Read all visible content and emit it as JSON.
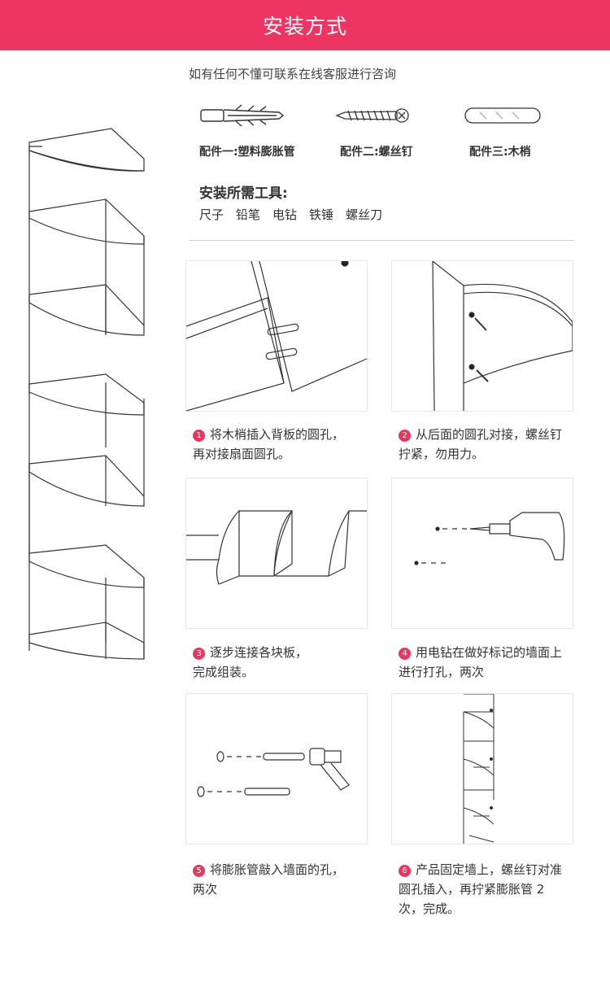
{
  "colors": {
    "banner": "#ee3462",
    "accent": "#e8375f",
    "line": "#333333"
  },
  "banner": {
    "title": "安装方式"
  },
  "notice": "如有任何不懂可联系在线客服进行咨询",
  "parts": [
    {
      "label": "配件一:塑料膨胀管",
      "icon": "plastic-anchor-icon"
    },
    {
      "label": "配件二:螺丝钉",
      "icon": "screw-icon"
    },
    {
      "label": "配件三:木梢",
      "icon": "wooden-dowel-icon"
    }
  ],
  "tools": {
    "heading": "安装所需工具:",
    "items": [
      "尺子",
      "铅笔",
      "电钻",
      "铁锤",
      "螺丝刀"
    ]
  },
  "steps": [
    {
      "num": "1",
      "text": "将木梢插入背板的圆孔，\n再对接扇面圆孔。"
    },
    {
      "num": "2",
      "text": "从后面的圆孔对接，螺丝钉\n拧紧，勿用力。"
    },
    {
      "num": "3",
      "text": "逐步连接各块板，\n完成组装。"
    },
    {
      "num": "4",
      "text": "用电钻在做好标记的墙面上\n进行打孔，两次"
    },
    {
      "num": "5",
      "text": "将膨胀管敲入墙面的孔，\n两次"
    },
    {
      "num": "6",
      "text": "产品固定墙上，螺丝钉对准\n圆孔插入，再拧紧膨胀管 2\n次，完成。"
    }
  ]
}
